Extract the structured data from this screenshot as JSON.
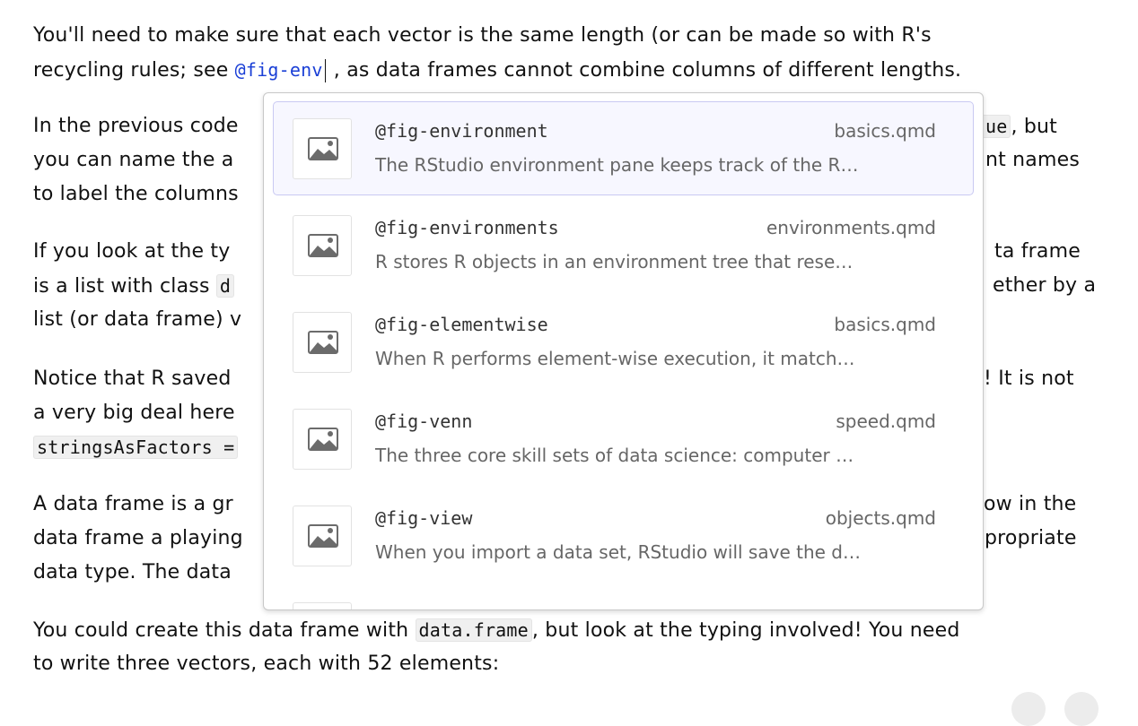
{
  "document": {
    "line1": "You'll need to make sure that each vector is the same length (or can be made so with R's",
    "line2_a": "recycling rules; see ",
    "line2_link": "@fig-env",
    "line2_b": " , as data frames cannot combine columns of different lengths.",
    "line3_l": "In the previous code",
    "line3_code": "ue",
    "line3_r": ", but",
    "line4_l": "you can name the a",
    "line4_r": "nt names",
    "line5_l": "to label the columns",
    "line6_l": "If you look at the ty",
    "line6_r": "ta frame",
    "line7_l": "is a list with class ",
    "line7_code": "d",
    "line7_r": "ether by a",
    "line8_l": "list (or data frame) v",
    "line9_l": "Notice that R saved",
    "line9_r": "! It is not",
    "line10_l": "a very big deal here",
    "line11_code": "stringsAsFactors =",
    "line12_l": "A data frame is a gr",
    "line12_r": "ow in the",
    "line13_l": "data frame a playing",
    "line13_r": "propriate",
    "line14_l": "data type. The data",
    "line15_a": "You could create this data frame with ",
    "line15_code": "data.frame",
    "line15_b": ", but look at the typing involved! You need",
    "line16": "to write three vectors, each with 52 elements:"
  },
  "completion_popup": {
    "icon": "image-icon",
    "selected_index": 0,
    "items": [
      {
        "label": "@fig-environment",
        "file": "basics.qmd",
        "description": "The RStudio environment pane keeps track of the R…"
      },
      {
        "label": "@fig-environments",
        "file": "environments.qmd",
        "description": "R stores R objects in an environment tree that rese…"
      },
      {
        "label": "@fig-elementwise",
        "file": "basics.qmd",
        "description": "When R performs element-wise execution, it match…"
      },
      {
        "label": "@fig-venn",
        "file": "speed.qmd",
        "description": "The three core skill sets of data science: computer …"
      },
      {
        "label": "@fig-view",
        "file": "objects.qmd",
        "description": "When you import a data set, RStudio will save the d…"
      }
    ]
  },
  "colors": {
    "link": "#1a3fd6",
    "selected_bg": "#f7f7ff",
    "selected_border": "#c9c9f2"
  }
}
